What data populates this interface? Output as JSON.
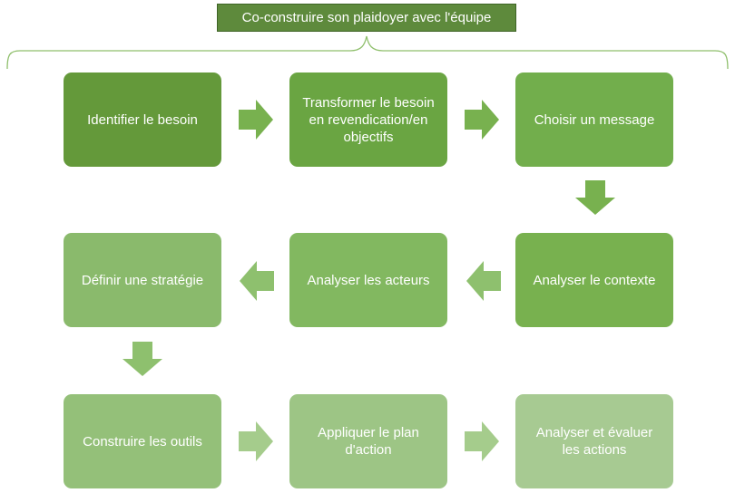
{
  "title": "Co-construire son plaidoyer avec l'équipe",
  "steps": [
    {
      "label": "Identifier le besoin",
      "color": "#64993a"
    },
    {
      "label": "Transformer le besoin en revendication/en objectifs",
      "color": "#6aa542"
    },
    {
      "label": "Choisir un message",
      "color": "#72ae4c"
    },
    {
      "label": "Analyser le contexte",
      "color": "#78b14f"
    },
    {
      "label": "Analyser les acteurs",
      "color": "#82b860"
    },
    {
      "label": "Définir une stratégie",
      "color": "#8aba6c"
    },
    {
      "label": "Construire les outils",
      "color": "#94c079"
    },
    {
      "label": "Appliquer le plan d'action",
      "color": "#9dc585"
    },
    {
      "label": "Analyser et évaluer les actions",
      "color": "#a7ca92"
    }
  ],
  "arrow_colors": {
    "row1": "#78b14f",
    "row2": "#8ec06e",
    "row3": "#a5cc8c"
  }
}
